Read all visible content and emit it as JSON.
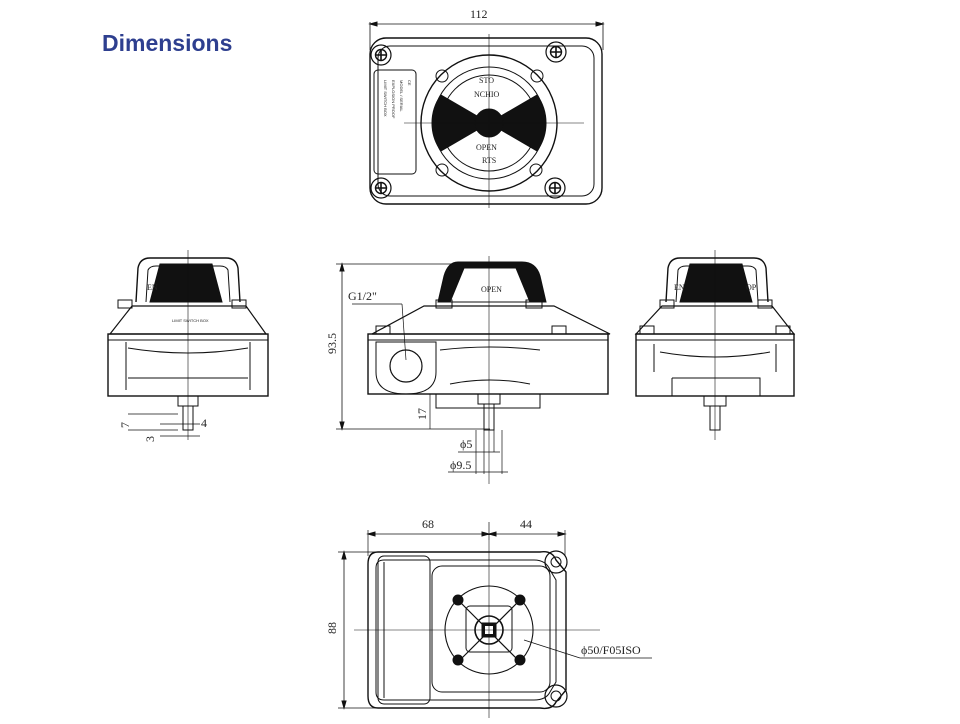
{
  "title": "Dimensions",
  "dims": {
    "top_width": "112",
    "height": "93.5",
    "thread": "G1/2\"",
    "shaft_offset": "17",
    "phi5": "ϕ5",
    "phi95": "ϕ9.5",
    "left_7": "7",
    "left_3": "3",
    "left_4": "4",
    "bottom_left": "68",
    "bottom_right": "44",
    "bottom_height": "88",
    "mount": "ϕ50/F05ISO"
  },
  "indicator": {
    "top_label_1": "STO",
    "top_label_2": "NCHIO",
    "bottom_label_1": "OPEN",
    "bottom_label_2": "RTS",
    "front_open": "OPEN",
    "side_en": "EN",
    "side_op": "OP"
  }
}
